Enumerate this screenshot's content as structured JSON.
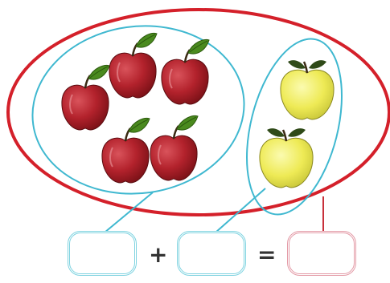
{
  "scene": {
    "description_icons": {
      "red_apple": "red-apple-icon",
      "yellow_apple": "yellow-apple-icon"
    },
    "groups": [
      {
        "name": "red-apples",
        "count": 5
      },
      {
        "name": "yellow-apples",
        "count": 2
      }
    ],
    "total_count": 7
  },
  "equation": {
    "plus_symbol": "+",
    "equals_symbol": "=",
    "box_values": [
      "",
      "",
      ""
    ]
  },
  "colors": {
    "outer_oval": "#d4202a",
    "group_oval": "#3fb8d0",
    "red_apple": "#b8232d",
    "yellow_apple": "#f0ee5a",
    "leaf": "#4a8a1e",
    "box_left": "#7fd3e0",
    "box_right": "#e39aa6"
  }
}
